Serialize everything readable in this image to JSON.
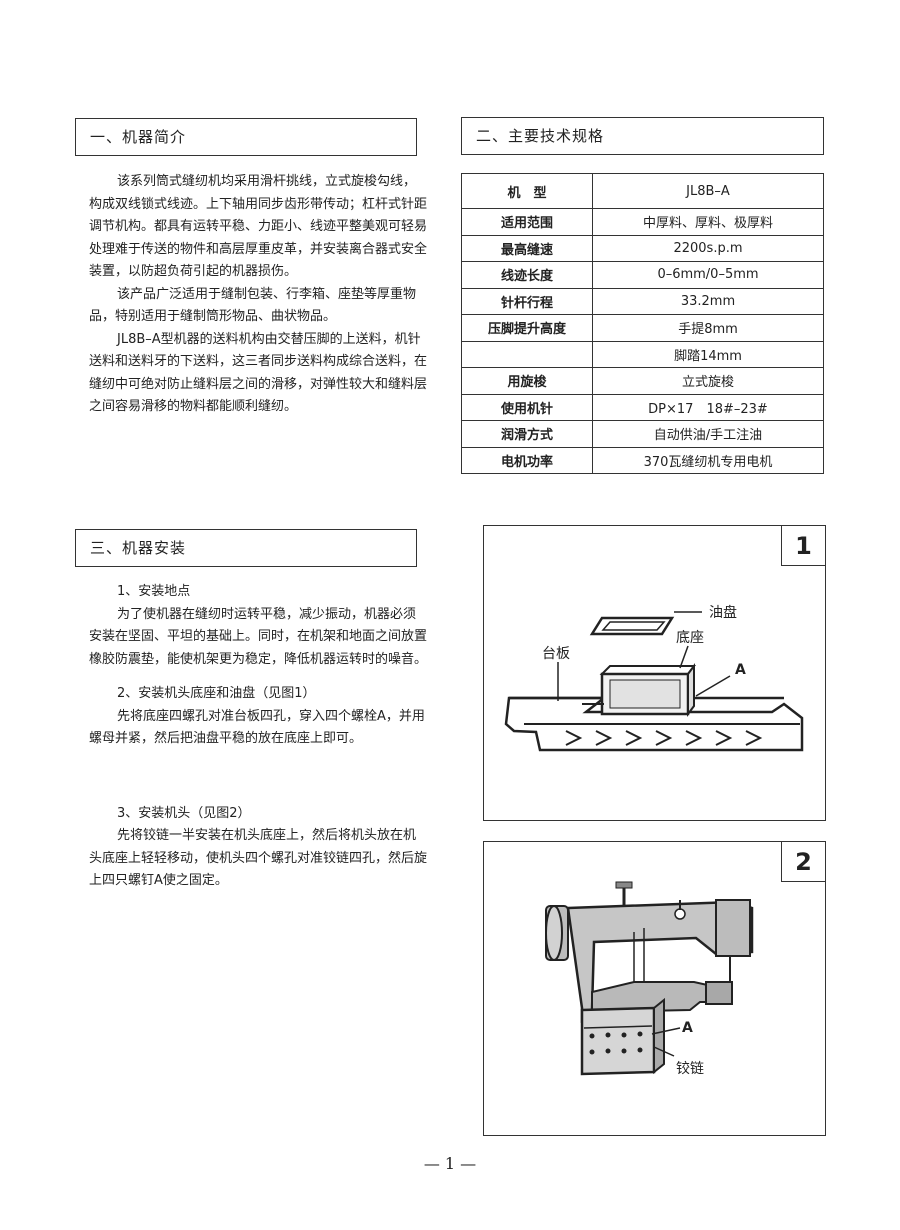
{
  "sections": {
    "intro": {
      "title": "一、机器简介",
      "paragraphs": [
        "该系列筒式缝纫机均采用滑杆挑线，立式旋梭勾线，构成双线锁式线迹。上下轴用同步齿形带传动；杠杆式针距调节机构。都具有运转平稳、力距小、线迹平整美观可轻易处理难于传送的物件和高层厚重皮革，并安装离合器式安全装置，以防超负荷引起的机器损伤。",
        "该产品广泛适用于缝制包装、行李箱、座垫等厚重物品，特别适用于缝制筒形物品、曲状物品。",
        "JL8B–A型机器的送料机构由交替压脚的上送料，机针送料和送料牙的下送料，这三者同步送料构成综合送料，在缝纫中可绝对防止缝料层之间的滑移，对弹性较大和缝料层之间容易滑移的物料都能顺利缝纫。"
      ]
    },
    "specs": {
      "title": "二、主要技术规格",
      "rows": [
        {
          "key": "机　型",
          "value": "JL8B–A"
        },
        {
          "key": "适用范围",
          "value": "中厚料、厚料、极厚料"
        },
        {
          "key": "最高缝速",
          "value": "2200s.p.m"
        },
        {
          "key": "线迹长度",
          "value": "0–6mm/0–5mm"
        },
        {
          "key": "针杆行程",
          "value": "33.2mm"
        },
        {
          "key": "压脚提升高度",
          "value": "手提8mm"
        },
        {
          "key": "",
          "value": "脚踏14mm"
        },
        {
          "key": "用旋梭",
          "value": "立式旋梭"
        },
        {
          "key": "使用机针",
          "value": "DP×17　18#–23#"
        },
        {
          "key": "润滑方式",
          "value": "自动供油/手工注油"
        },
        {
          "key": "电机功率",
          "value": "370瓦缝纫机专用电机"
        }
      ]
    },
    "install": {
      "title": "三、机器安装",
      "step1_title": "1、安装地点",
      "step1_text": "为了使机器在缝纫时运转平稳，减少振动，机器必须安装在坚固、平坦的基础上。同时，在机架和地面之间放置橡胶防震垫，能使机架更为稳定，降低机器运转时的噪音。",
      "step2_title": "2、安装机头底座和油盘（见图1）",
      "step2_text": "先将底座四螺孔对准台板四孔，穿入四个螺栓A，并用螺母并紧，然后把油盘平稳的放在底座上即可。",
      "step3_title": "3、安装机头（见图2）",
      "step3_text": "先将铰链一半安装在机头底座上，然后将机头放在机头底座上轻轻移动，使机头四个螺孔对准铰链四孔，然后旋上四只螺钉A使之固定。"
    }
  },
  "figure1": {
    "number": "1",
    "labels": {
      "oil_pan": "油盘",
      "base": "底座",
      "table": "台板",
      "bolt": "A"
    }
  },
  "figure2": {
    "number": "2",
    "labels": {
      "screw": "A",
      "hinge": "铰链"
    }
  },
  "page_number": "— 1 —",
  "colors": {
    "ink": "#222222",
    "line": "#333333",
    "paper": "#ffffff"
  }
}
